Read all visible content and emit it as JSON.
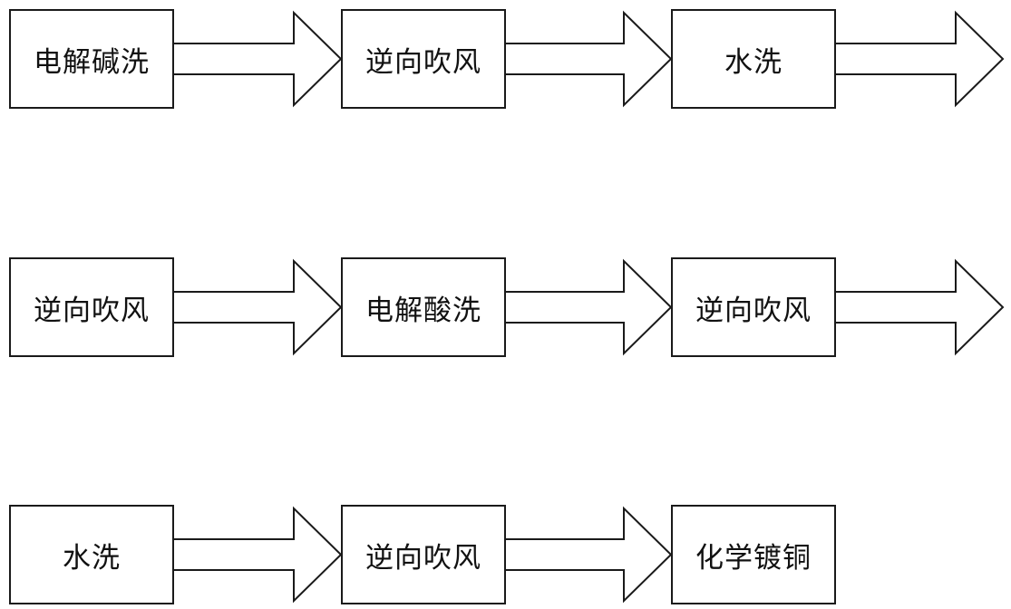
{
  "rows": [
    {
      "steps": [
        "电解碱洗",
        "逆向吹风",
        "水洗"
      ],
      "trailing_arrow": true
    },
    {
      "steps": [
        "逆向吹风",
        "电解酸洗",
        "逆向吹风"
      ],
      "trailing_arrow": true
    },
    {
      "steps": [
        "水洗",
        "逆向吹风",
        "化学镀铜"
      ],
      "trailing_arrow": false
    }
  ],
  "colors": {
    "stroke": "#1a1a1a",
    "fill": "#ffffff",
    "text": "#111111"
  }
}
